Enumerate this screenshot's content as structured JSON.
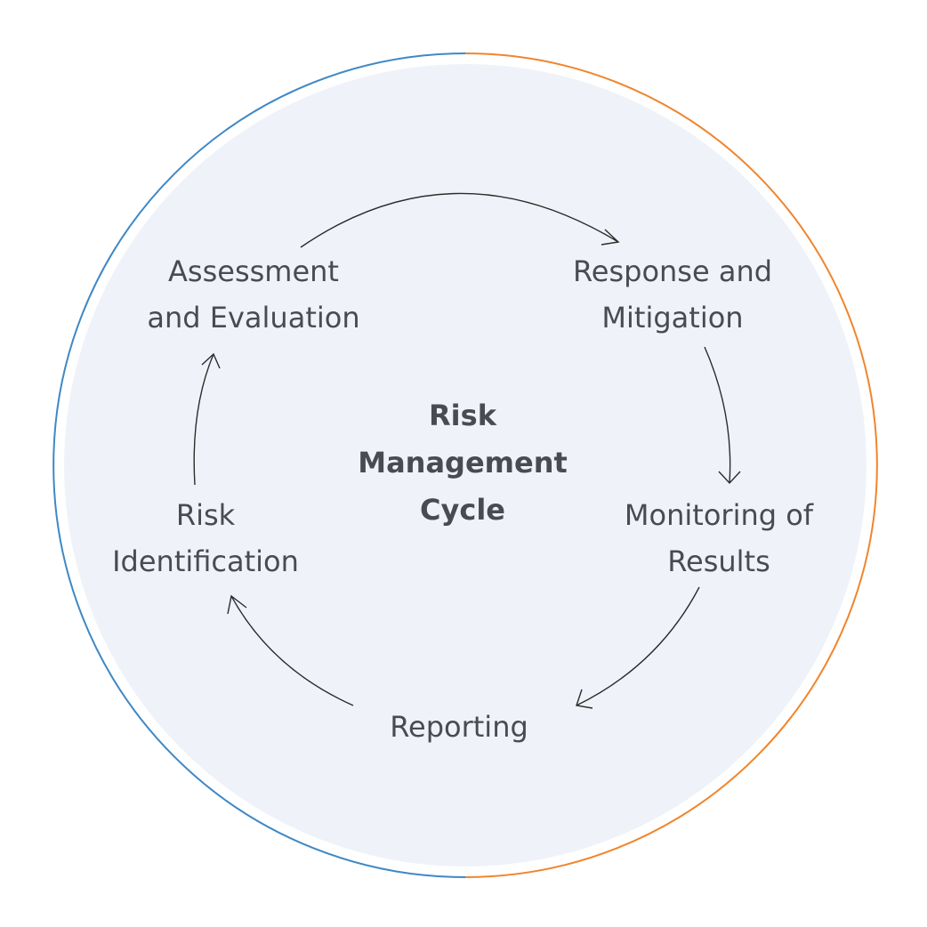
{
  "center": {
    "line1": "Risk",
    "line2": "Management",
    "line3": "Cycle"
  },
  "steps": {
    "assessment": {
      "line1": "Assessment",
      "line2": "and Evaluation"
    },
    "response": {
      "line1": "Response and",
      "line2": "Mitigation"
    },
    "monitoring": {
      "line1": "Monitoring of",
      "line2": "Results"
    },
    "reporting": {
      "line1": "Reporting"
    },
    "identification": {
      "line1": "Risk",
      "line2": "Identification"
    }
  },
  "colors": {
    "circle_fill": "#eff3f9",
    "ring_left": "#3f88c5",
    "ring_right": "#f0852d",
    "text": "#4a4b50",
    "arrow": "#2b2b2b"
  }
}
